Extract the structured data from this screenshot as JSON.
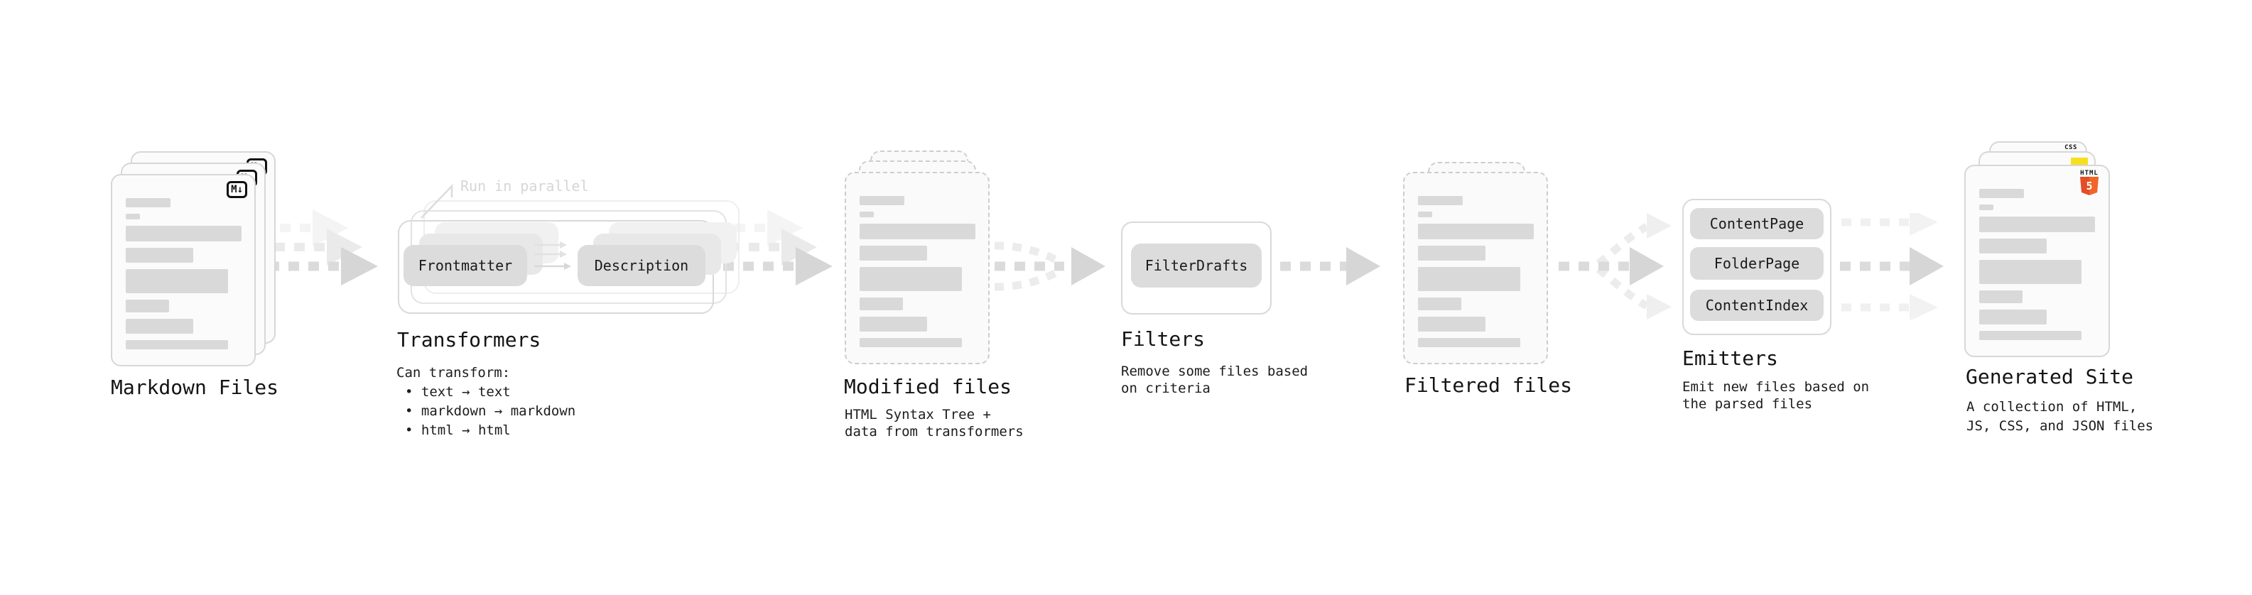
{
  "markdown": {
    "label": "Markdown Files",
    "file_badge": "M↓"
  },
  "transformers": {
    "label": "Transformers",
    "annotation": "Run in parallel",
    "step1": "Frontmatter",
    "step2": "Description",
    "desc_title": "Can transform:",
    "bullets": [
      "• text → text",
      "• markdown → markdown",
      "• html → html"
    ]
  },
  "modified": {
    "label": "Modified files",
    "desc_line1": "HTML Syntax Tree +",
    "desc_line2": "data from transformers"
  },
  "filters": {
    "label": "Filters",
    "step": "FilterDrafts",
    "desc_line1": "Remove some files based",
    "desc_line2": "on criteria"
  },
  "filtered": {
    "label": "Filtered files"
  },
  "emitters": {
    "label": "Emitters",
    "step1": "ContentPage",
    "step2": "FolderPage",
    "step3": "ContentIndex",
    "desc_line1": "Emit new files based on",
    "desc_line2": "the parsed files"
  },
  "site": {
    "label": "Generated Site",
    "desc_line1": "A collection of HTML,",
    "desc_line2": "JS, CSS, and JSON files",
    "css_badge": "CSS",
    "html_badge_text": "HTML",
    "html_badge_number": "5"
  },
  "colors": {
    "html5_orange": "#e44d26",
    "html5_orange_light": "#f16529",
    "js_yellow": "#f7df1e",
    "css_blue": "#2b6be8",
    "placeholder_gray": "#d9d9d9",
    "arrow_gray": "#dbdbdb",
    "arrow_light": "#eeeeee",
    "text_dark": "#161616"
  }
}
